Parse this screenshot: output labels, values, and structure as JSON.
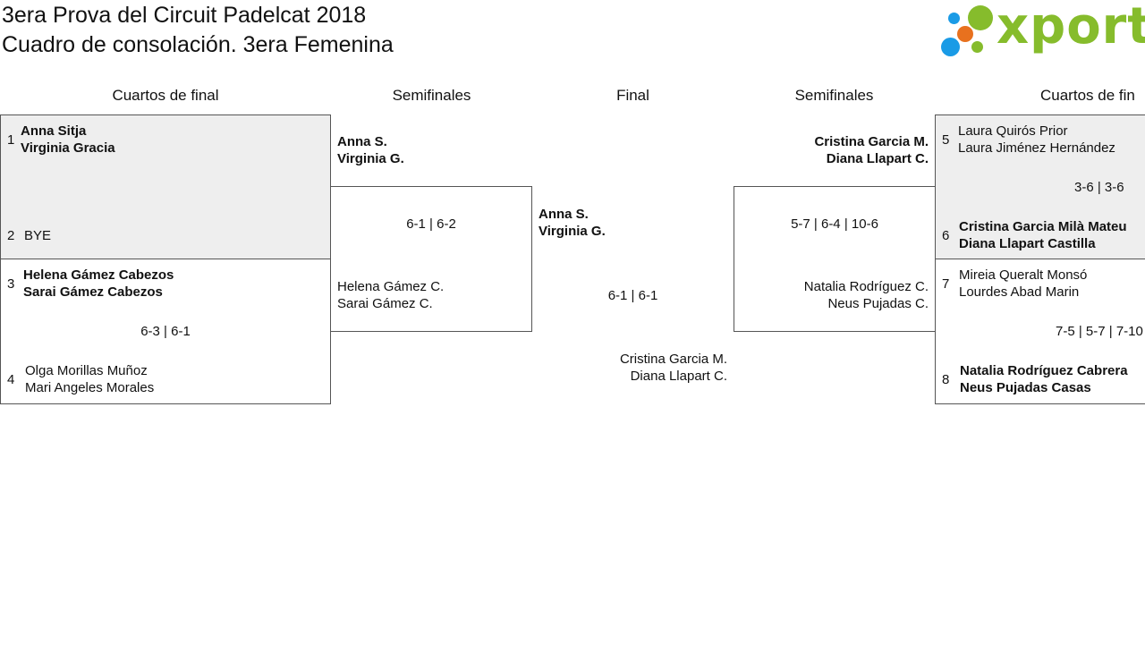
{
  "title": {
    "line1": "3era Prova del Circuit Padelcat 2018",
    "line2": "Cuadro de consolación. 3era Femenina"
  },
  "logo": {
    "text": "xporty",
    "colors": [
      "#1a9be6",
      "#86bc2c",
      "#e8711e"
    ]
  },
  "rounds": {
    "left_qf": "Cuartos de final",
    "left_sf": "Semifinales",
    "final": "Final",
    "right_sf": "Semifinales",
    "right_qf": "Cuartos de fin"
  },
  "qf1": {
    "seed_a": "1",
    "player_a1": "Anna Sitja",
    "player_a2": "Virginia Gracia",
    "seed_b": "2",
    "player_b1": "BYE"
  },
  "qf2": {
    "seed_a": "3",
    "player_a1": "Helena Gámez Cabezos",
    "player_a2": "Sarai Gámez Cabezos",
    "score": "6-3 | 6-1",
    "seed_b": "4",
    "player_b1": "Olga Morillas Muñoz",
    "player_b2": "Mari Angeles Morales"
  },
  "sf_left": {
    "a1": "Anna S.",
    "a2": "Virginia G.",
    "score": "6-1 | 6-2",
    "b1": "Helena Gámez C.",
    "b2": "Sarai Gámez C."
  },
  "final": {
    "a1": "Anna S.",
    "a2": "Virginia G.",
    "score": "6-1 | 6-1",
    "b1": "Cristina Garcia M.",
    "b2": "Diana Llapart C."
  },
  "sf_right": {
    "a1": "Cristina Garcia M.",
    "a2": "Diana Llapart C.",
    "score": "5-7 | 6-4 | 10-6",
    "b1": "Natalia Rodríguez C.",
    "b2": "Neus Pujadas C."
  },
  "qf3": {
    "seed_a": "5",
    "player_a1": "Laura Quirós Prior",
    "player_a2": "Laura Jiménez Hernández",
    "score": "3-6 | 3-6",
    "seed_b": "6",
    "player_b1": "Cristina Garcia Milà Mateu",
    "player_b2": "Diana Llapart Castilla"
  },
  "qf4": {
    "seed_a": "7",
    "player_a1": "Mireia Queralt Monsó",
    "player_a2": "Lourdes Abad Marin",
    "score": "7-5 | 5-7 | 7-10",
    "seed_b": "8",
    "player_b1": "Natalia Rodríguez Cabrera",
    "player_b2": "Neus Pujadas Casas"
  }
}
